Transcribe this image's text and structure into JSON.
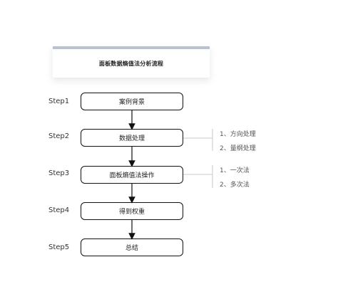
{
  "title": "面板数据熵值法分析流程",
  "steps": [
    {
      "label": "Step1",
      "box": "案例背景"
    },
    {
      "label": "Step2",
      "box": "数据处理"
    },
    {
      "label": "Step3",
      "box": "面板熵值法操作"
    },
    {
      "label": "Step4",
      "box": "得到权重"
    },
    {
      "label": "Step5",
      "box": "总结"
    }
  ],
  "branches": {
    "step2": [
      "1、方向处理",
      "2、量纲处理"
    ],
    "step3": [
      "1、一次法",
      "2、多次法"
    ]
  }
}
